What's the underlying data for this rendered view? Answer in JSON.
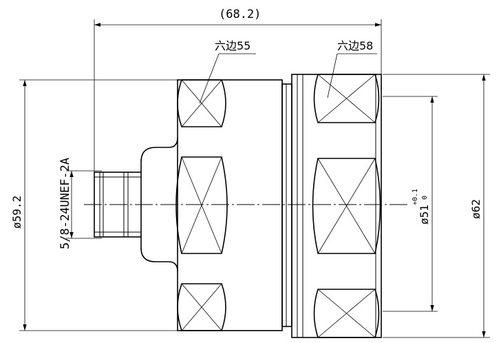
{
  "drawing": {
    "overall_length": "(68.2)",
    "hex_small": "六边55",
    "hex_large": "六边58",
    "thread": "5/8-24UNEF-2A",
    "dia_left": "ø59.2",
    "dia_bore": "ø51",
    "dia_bore_tol_upper": "+0.1",
    "dia_bore_tol_lower": "0",
    "dia_right": "ø62"
  }
}
